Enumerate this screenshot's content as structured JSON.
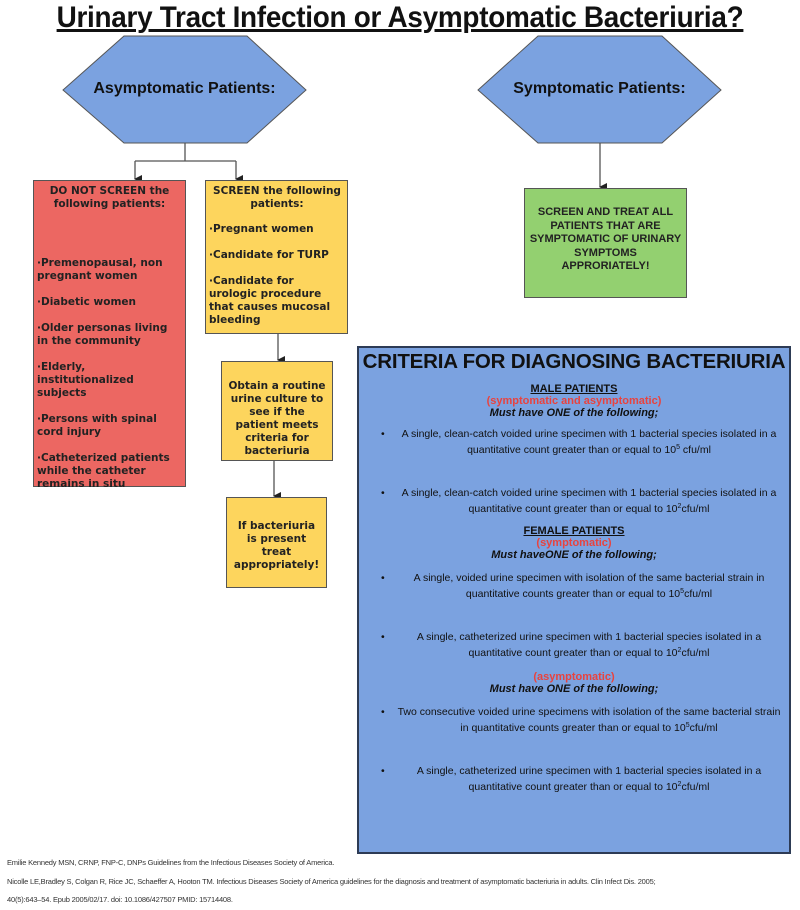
{
  "title": "Urinary Tract Infection or Asymptomatic Bacteriuria?",
  "colors": {
    "hexagon": "#7ba2e0",
    "do_not_screen": "#ec6762",
    "screen": "#fdd55d",
    "treat": "#93d070",
    "criteria": "#7ba2e0",
    "emphasis_red": "#e8433f"
  },
  "asymptomatic": {
    "label": "Asymptomatic Patients:",
    "do_not_screen": {
      "heading": "DO NOT SCREEN  the following patients:",
      "items": [
        "·Premenopausal, non pregnant women",
        "·Diabetic women",
        "·Older personas living in the community",
        "·Elderly, institutionalized subjects",
        "·Persons with spinal cord injury",
        "·Catheterized patients while the catheter remains  in situ"
      ]
    },
    "screen": {
      "heading": "SCREEN the following patients:",
      "items": [
        "·Pregnant women",
        "·Candidate for TURP",
        "·Candidate for urologic procedure that causes mucosal bleeding"
      ]
    },
    "obtain_culture": "Obtain a routine urine culture to see if the patient meets criteria for bacteriuria",
    "if_present": "If bacteriuria is present treat appropriately!"
  },
  "symptomatic": {
    "label": "Symptomatic Patients:",
    "action": "SCREEN AND TREAT ALL PATIENTS THAT ARE SYMPTOMATIC OF URINARY SYMPTOMS APPRORIATELY!"
  },
  "criteria": {
    "title": "CRITERIA FOR DIAGNOSING BACTERIURIA",
    "male": {
      "heading": "MALE PATIENTS",
      "subheading": "(symptomatic and asymptomatic)",
      "must": "Must have ONE of the following;",
      "items": [
        {
          "text": "A single, clean-catch voided urine specimen with 1 bacterial species isolated in a quantitative count greater than or equal to 10",
          "exp": "5",
          "unit": " cfu/ml"
        },
        {
          "text": "A single, clean-catch voided urine specimen with 1 bacterial species isolated in a quantitative count greater than or equal to 10",
          "exp": "2",
          "unit": "cfu/ml"
        }
      ]
    },
    "female": {
      "heading": "FEMALE PATIENTS",
      "symptomatic_label": "(symptomatic)",
      "symptomatic_must": "Must haveONE of the following;",
      "symptomatic_items": [
        {
          "text": "A single, voided urine specimen with isolation of the same bacterial strain in quantitative counts greater than or equal to 10",
          "exp": "5",
          "unit": "cfu/ml"
        },
        {
          "text": "A single, catheterized urine specimen with 1 bacterial species isolated in a quantitative count greater than or equal to 10",
          "exp": "2",
          "unit": "cfu/ml"
        }
      ],
      "asymptomatic_label": "(asymptomatic)",
      "asymptomatic_must": "Must have ONE of the following;",
      "asymptomatic_items": [
        {
          "text": "Two consecutive voided urine specimens with isolation of the same bacterial strain in quantitative counts greater than or equal to 10",
          "exp": "5",
          "unit": "cfu/ml"
        },
        {
          "text": "A single, catheterized urine specimen with 1 bacterial species isolated in a quantitative count greater than or equal to 10",
          "exp": "2",
          "unit": "cfu/ml"
        }
      ]
    },
    "bullet": "•"
  },
  "footer": {
    "author": "Emilie Kennedy MSN, CRNP, FNP-C, DNPs Guidelines from the Infectious Diseases Society of America.",
    "citation_line1": "Nicolle LE,Bradley S, Colgan R, Rice JC, Schaeffer A, Hooton TM. Infectious Diseases Society of America guidelines for the diagnosis and treatment of asymptomatic bacteriuria in adults. Clin Infect Dis. 2005;",
    "citation_line2": "40(5):643–54. Epub 2005/02/17. doi: 10.1086/427507 PMID: 15714408."
  }
}
